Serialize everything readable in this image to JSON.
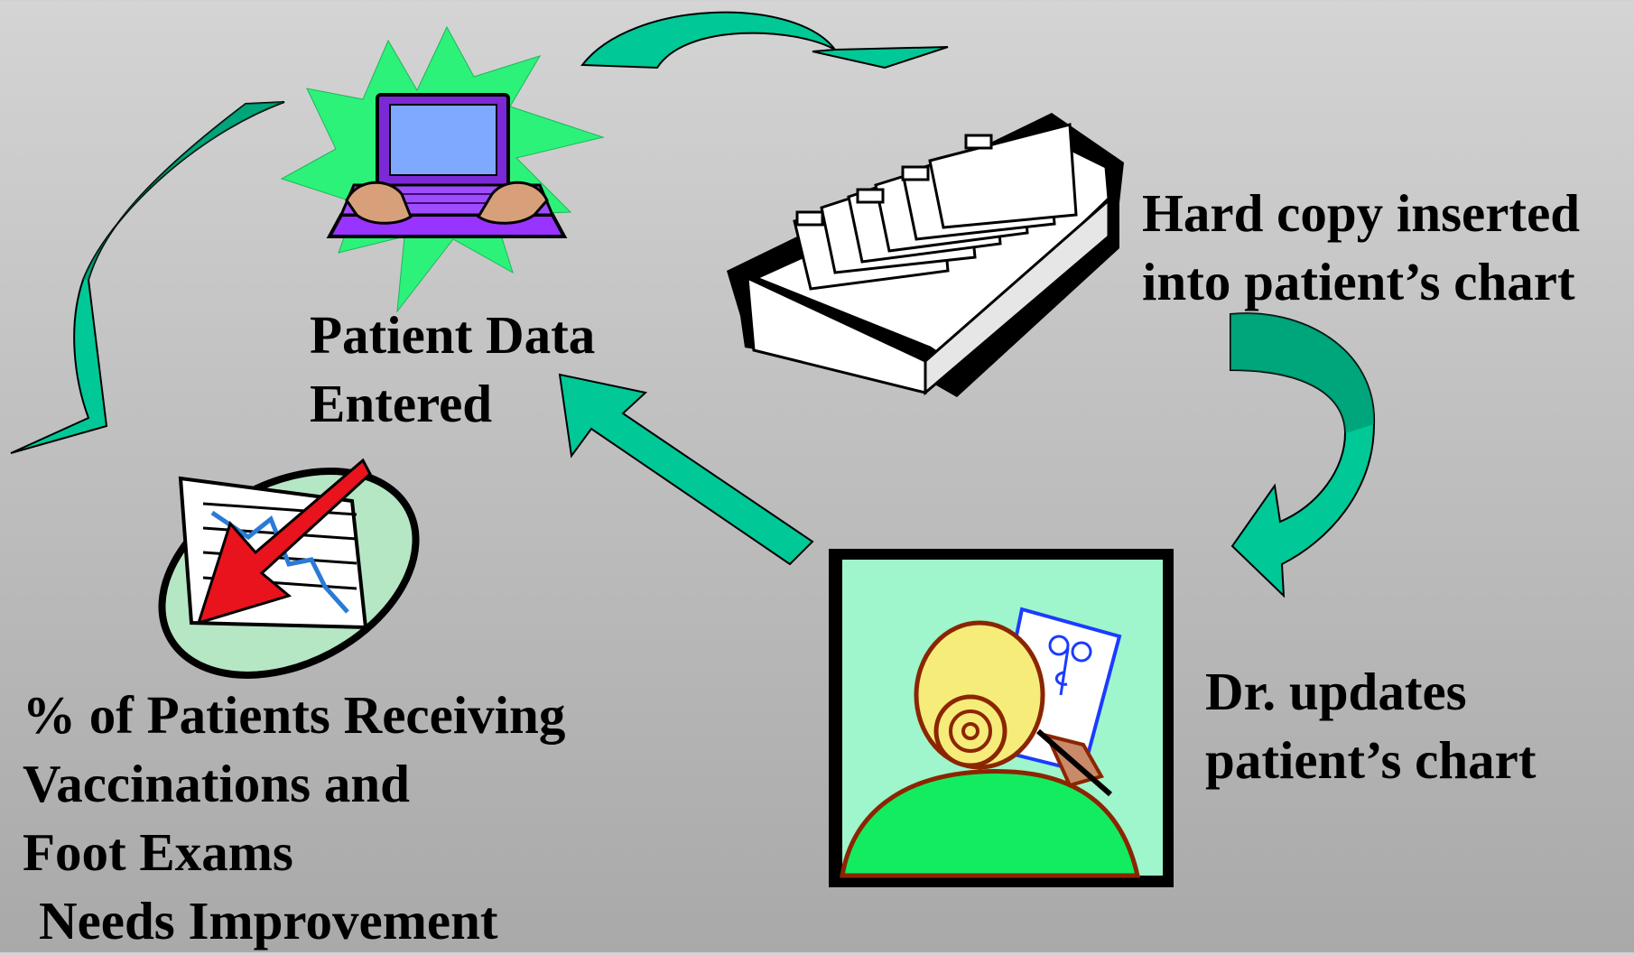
{
  "colors": {
    "arrow_fill": "#00c896",
    "arrow_dark": "#008a66",
    "background": "#bdbdbd",
    "starburst": "#2cf27a",
    "laptop": "#9933ff",
    "frame_fill": "#9ff5cc",
    "doctor_shirt": "#13ec61",
    "hair": "#f5ec7a"
  },
  "nodes": {
    "patient_data": {
      "lines": [
        "Patient Data",
        "Entered"
      ],
      "icon": "laptop-typing-icon"
    },
    "hard_copy": {
      "lines": [
        "Hard copy inserted",
        "into patient’s chart"
      ],
      "icon": "card-file-box-icon"
    },
    "dr_updates": {
      "lines": [
        "Dr. updates",
        "patient’s chart"
      ],
      "icon": "doctor-writing-icon"
    },
    "percent_patients": {
      "lines": [
        "% of Patients Receiving",
        "Vaccinations and",
        "Foot Exams",
        "Needs Improvement"
      ],
      "icon": "declining-chart-icon"
    }
  }
}
